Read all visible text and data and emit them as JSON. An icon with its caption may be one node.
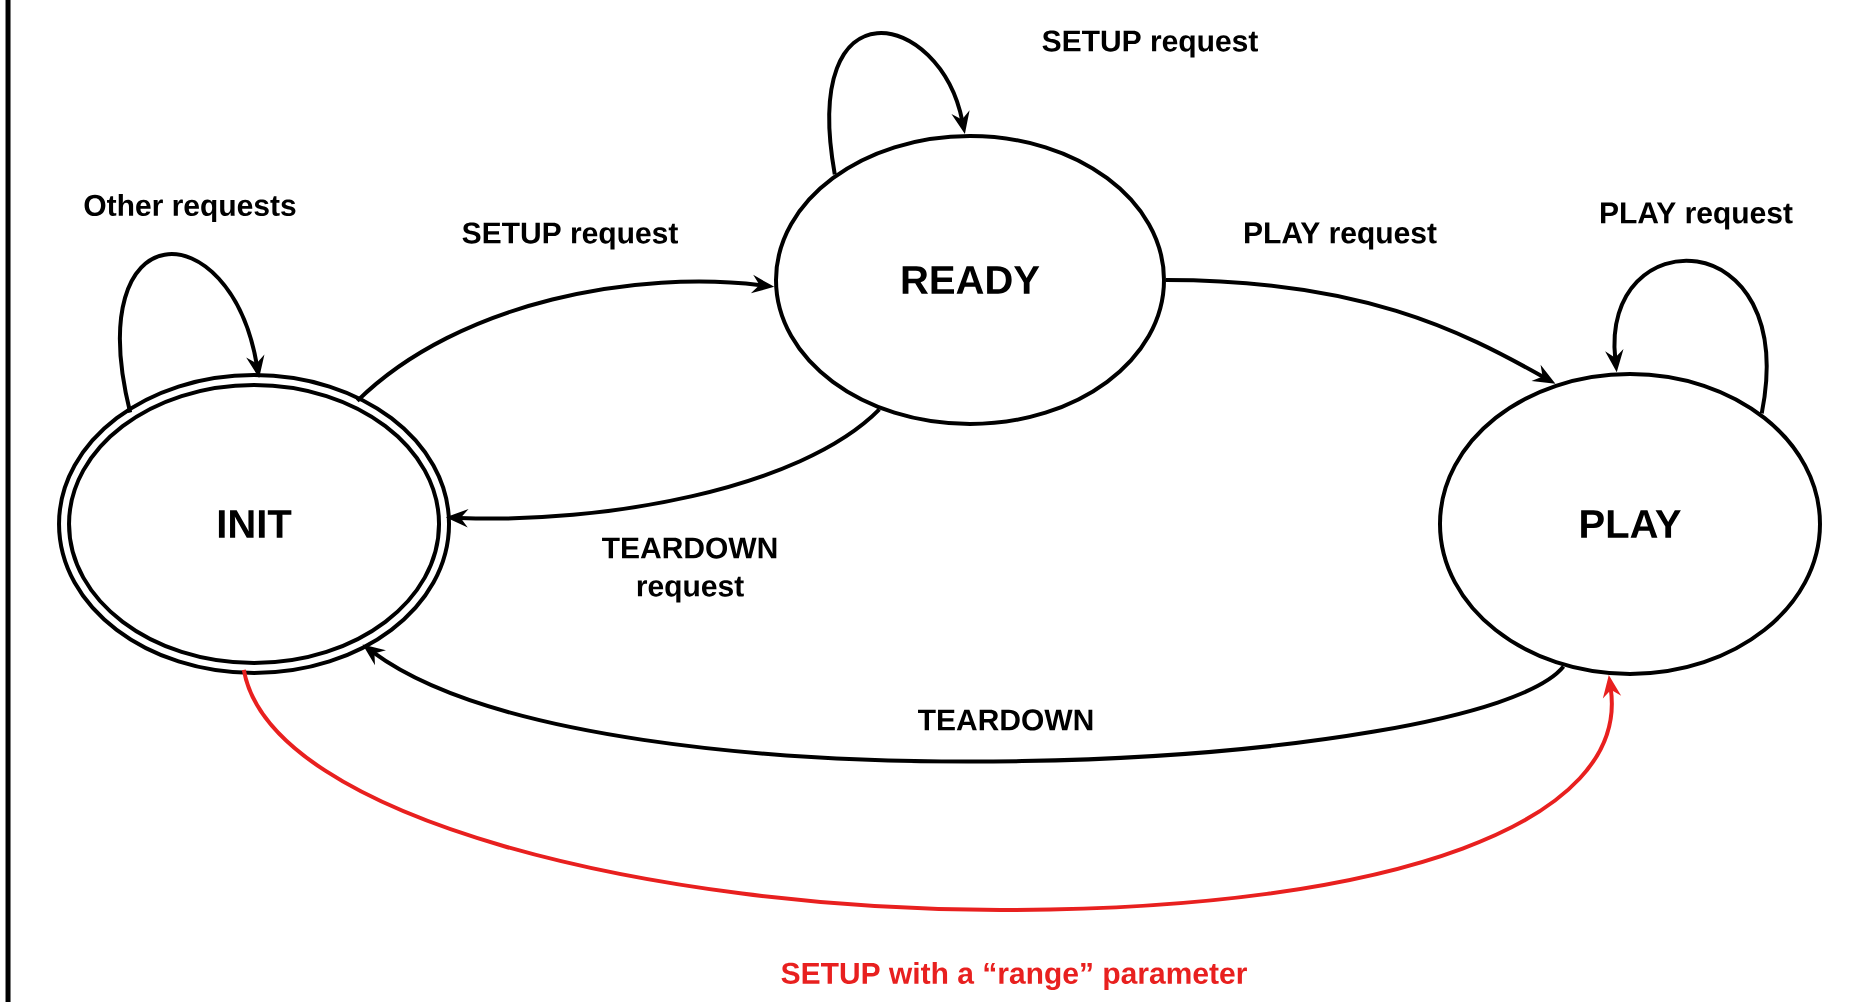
{
  "diagram": {
    "nodes": [
      {
        "text": [
          "INIT"
        ]
      },
      {
        "text": [
          "READY"
        ]
      },
      {
        "text": [
          "PLAY"
        ]
      }
    ],
    "edges": [
      {
        "from": 0,
        "to": 0,
        "arrow": "to",
        "label": "Other requests"
      },
      {
        "from": 0,
        "to": 1,
        "arrow": "to",
        "label": "SETUP request"
      },
      {
        "from": 1,
        "to": 1,
        "arrow": "to",
        "label": "SETUP request"
      },
      {
        "from": 1,
        "to": 0,
        "arrow": "to",
        "label": "TEARDOWN request"
      },
      {
        "from": 1,
        "to": 2,
        "arrow": "to",
        "label": "PLAY request"
      },
      {
        "from": 2,
        "to": 2,
        "arrow": "to",
        "label": "PLAY request"
      },
      {
        "from": 2,
        "to": 0,
        "arrow": "to",
        "label": "TEARDOWN"
      },
      {
        "from": 0,
        "to": 2,
        "arrow": "to",
        "label": "SETUP with a “range” parameter",
        "color": "#e8201f"
      }
    ]
  }
}
